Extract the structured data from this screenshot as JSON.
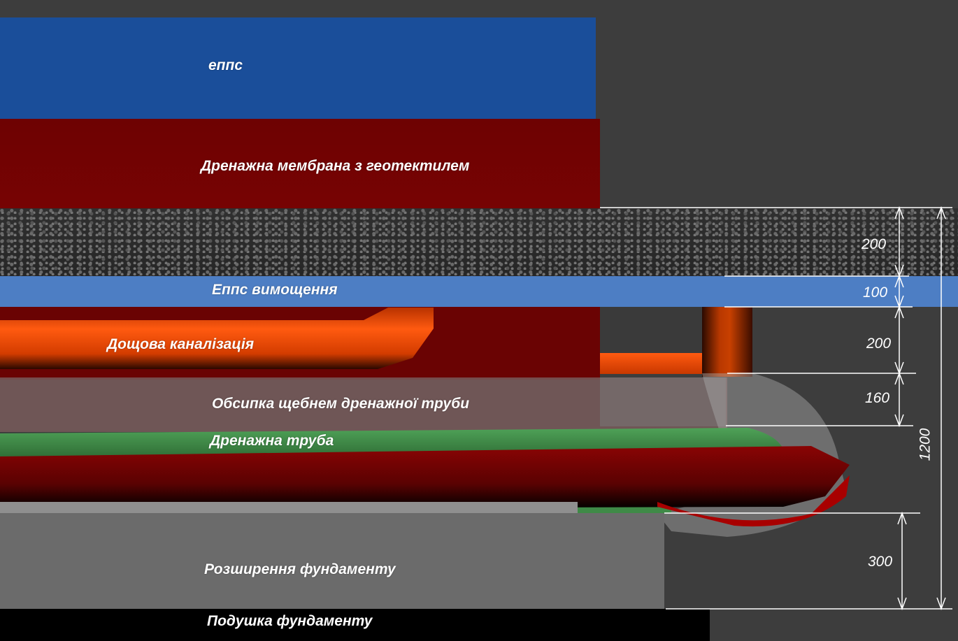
{
  "layers": {
    "epps_top": {
      "label": "еппс",
      "color": "#1a4e9a"
    },
    "drainage_membrane": {
      "label": "Дренажна мембрана з геотектилем",
      "color": "#700202"
    },
    "gravel": {
      "color": "#2b2b2b"
    },
    "epps_paving": {
      "label": "Еппс вимощення",
      "color": "#4d7ec4"
    },
    "rain_sewer": {
      "label": "Дощова каналізація",
      "color": "#e84a00"
    },
    "gravel_backfill": {
      "label": "Обсипка щебнем дренажної труби",
      "color": "#6f5252"
    },
    "drain_pipe": {
      "label": "Дренажна труба",
      "color": "#3f8a47"
    },
    "foundation_extension": {
      "label": "Розширення фундаменту",
      "color": "#6b6b6b"
    },
    "foundation_cushion": {
      "label": "Подушка фундаменту",
      "color": "#000000"
    }
  },
  "dimensions": {
    "gravel": "200",
    "epps_paving": "100",
    "sewer_zone": "200",
    "backfill": "160",
    "foundation_extension": "300",
    "total": "1200"
  }
}
